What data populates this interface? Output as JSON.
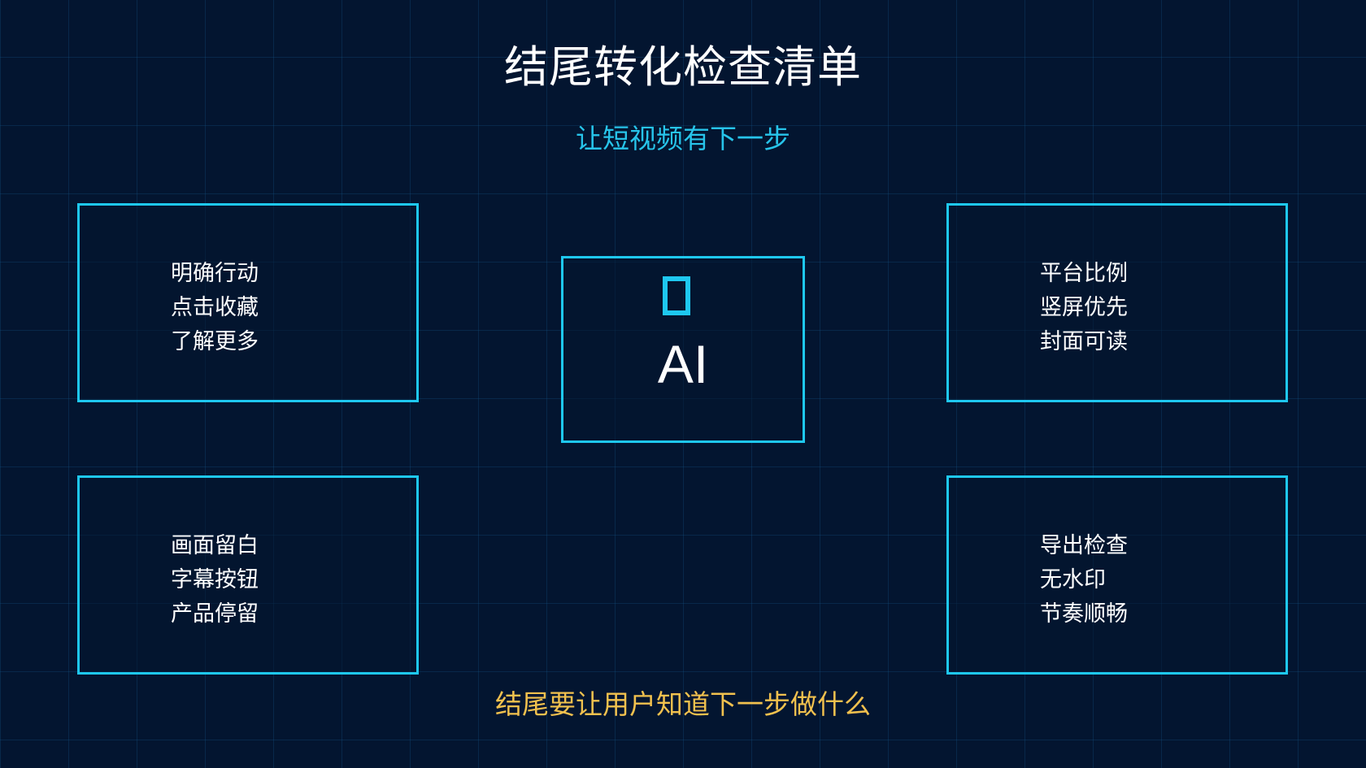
{
  "title": "结尾转化检查清单",
  "subtitle": "让短视频有下一步",
  "center": {
    "icon": "box-outline-icon",
    "label": "AI"
  },
  "cards": [
    {
      "lines": [
        "明确行动",
        "点击收藏",
        "了解更多"
      ]
    },
    {
      "lines": [
        "平台比例",
        "竖屏优先",
        "封面可读"
      ]
    },
    {
      "lines": [
        "画面留白",
        "字幕按钮",
        "产品停留"
      ]
    },
    {
      "lines": [
        "导出检查",
        "无水印",
        "节奏顺畅"
      ]
    }
  ],
  "footer": "结尾要让用户知道下一步做什么",
  "colors": {
    "background": "#031530",
    "accent": "#1ec8f0",
    "subtitle": "#27c4ea",
    "footer": "#f2c14e"
  }
}
